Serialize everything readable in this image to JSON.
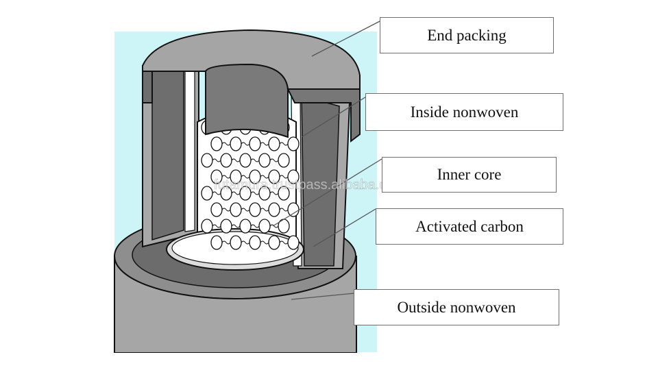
{
  "labels": {
    "end_packing": "End packing",
    "inside_nonwoven": "Inside nonwoven",
    "inner_core": "Inner core",
    "activated_carbon": "Activated carbon",
    "outside_nonwoven": "Outside nonwoven"
  },
  "watermark": "futamura.trustpass.alibaba.com",
  "colors": {
    "background_panel": "#cdf4f7",
    "housing_gray": "#a5a5a5",
    "dark_gray": "#6f6f6f",
    "outline": "#111111",
    "core_mesh": "#ffffff"
  }
}
